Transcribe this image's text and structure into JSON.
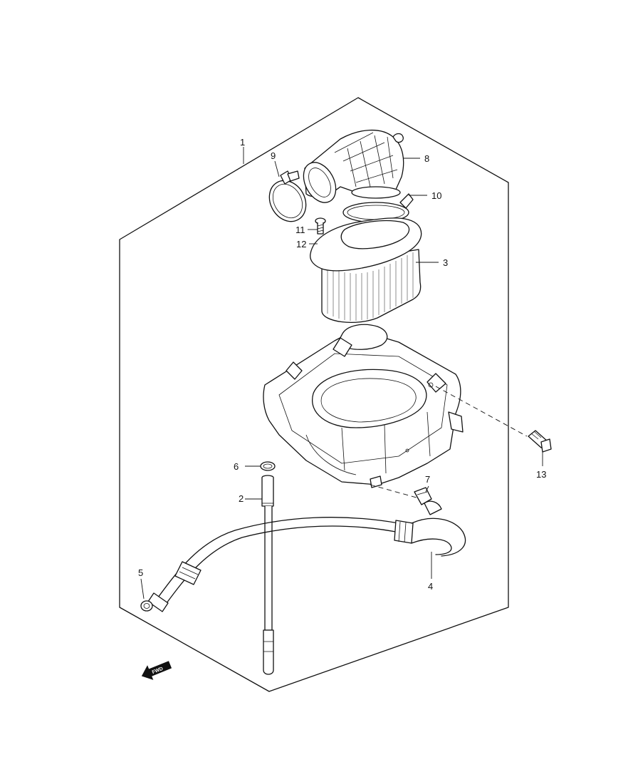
{
  "callouts": [
    {
      "id": "1",
      "text": "1"
    },
    {
      "id": "2",
      "text": "2"
    },
    {
      "id": "3",
      "text": "3"
    },
    {
      "id": "4",
      "text": "4"
    },
    {
      "id": "5",
      "text": "5"
    },
    {
      "id": "6",
      "text": "6"
    },
    {
      "id": "7",
      "text": "7"
    },
    {
      "id": "8",
      "text": "8"
    },
    {
      "id": "9",
      "text": "9"
    },
    {
      "id": "10",
      "text": "10"
    },
    {
      "id": "11",
      "text": "11"
    },
    {
      "id": "12",
      "text": "12"
    },
    {
      "id": "13",
      "text": "13"
    }
  ],
  "direction_marker": {
    "text": "FWD"
  },
  "colors": {
    "line": "#111111",
    "background": "#ffffff"
  }
}
